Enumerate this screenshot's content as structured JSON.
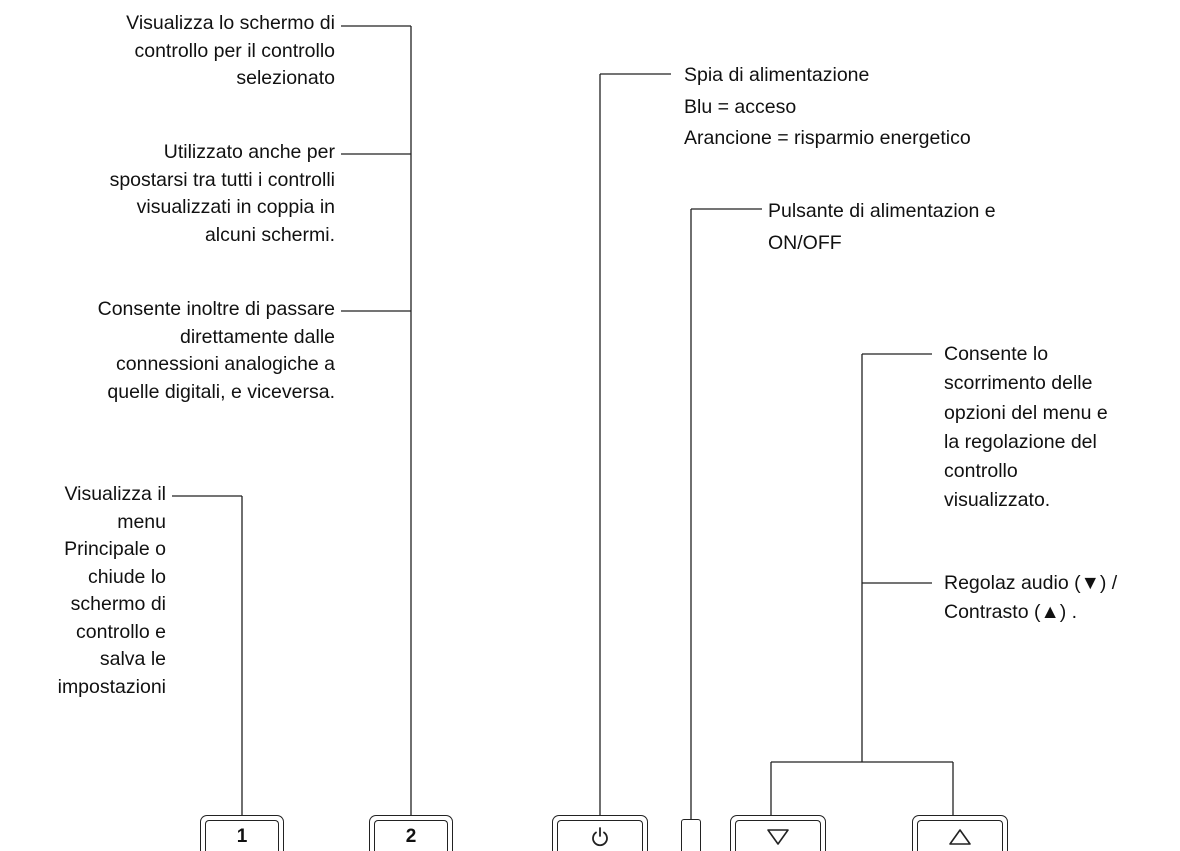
{
  "labels": {
    "control_screen": [
      "Visualizza lo schermo di",
      "controllo per il controllo",
      "selezionato"
    ],
    "move_between": [
      "Utilizzato anche per",
      "spostarsi tra tutti i controlli",
      "visualizzati in coppia in",
      "alcuni schermi."
    ],
    "analog_digital": [
      "Consente inoltre di passare",
      "direttamente dalle",
      "connessioni analogiche a",
      "quelle digitali, e viceversa."
    ],
    "main_menu": [
      "Visualizza il",
      "menu",
      "Principale o",
      "chiude lo",
      "schermo di",
      "controllo e",
      "salva le",
      "impostazioni"
    ],
    "power_led": [
      "Spia di alimentazione",
      "Blu = acceso",
      "Arancione = risparmio energetico"
    ],
    "power_button": [
      "Pulsante di alimentazion e",
      "ON/OFF"
    ],
    "menu_scroll": [
      "Consente lo",
      "scorrimento delle",
      "opzioni del menu e",
      "la regolazione del",
      "controllo",
      "visualizzato."
    ],
    "audio_contrast": [
      "Regolaz audio (▼) /",
      "Contrasto  (▲) ."
    ]
  },
  "buttons": {
    "b1": "1",
    "b2": "2",
    "power_icon": "power-icon",
    "down_icon": "triangle-down-icon",
    "up_icon": "triangle-up-icon"
  }
}
